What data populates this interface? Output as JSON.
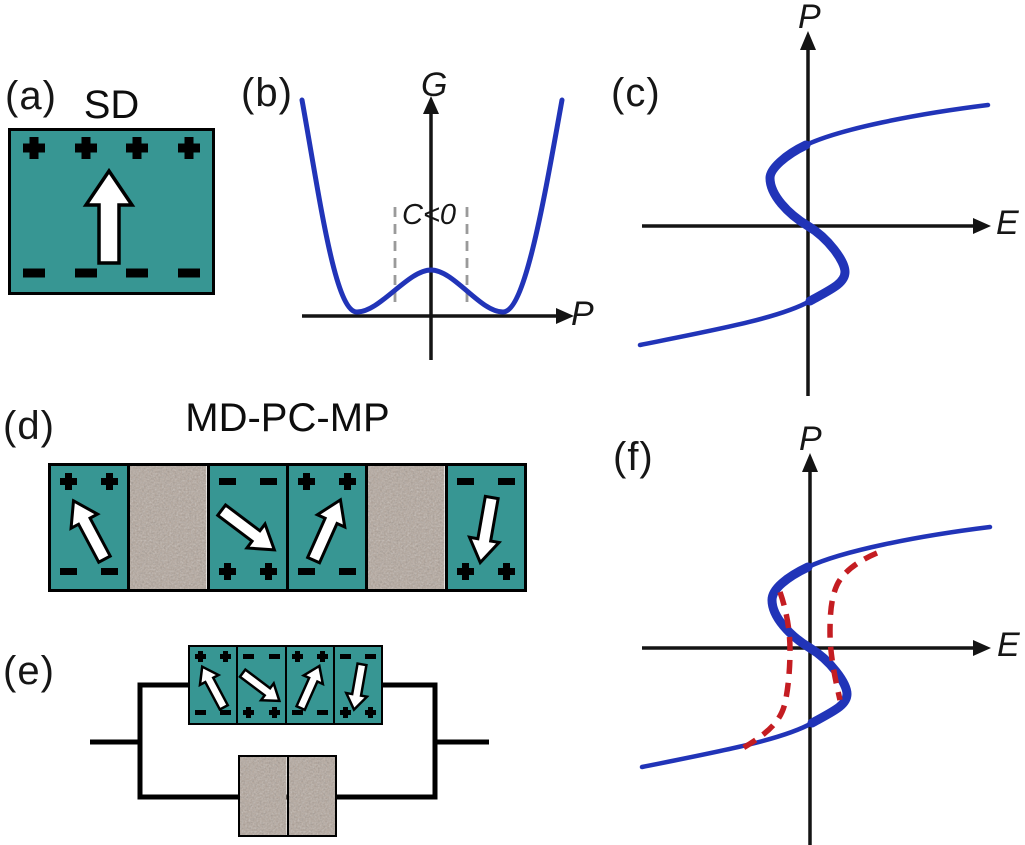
{
  "colors": {
    "domain_teal": "#379693",
    "curve_blue": "#2134b8",
    "curve_red": "#c41d22",
    "noise_tan": "#b3a59a",
    "axis_black": "#141414",
    "dash_gray": "#9a9a9a"
  },
  "panels": {
    "a": {
      "label": "(a)",
      "title": "SD"
    },
    "b": {
      "label": "(b)",
      "y_axis_label": "G",
      "x_axis_label": "P",
      "annotation": "C<0"
    },
    "c": {
      "label": "(c)",
      "y_axis_label": "P",
      "x_axis_label": "E"
    },
    "d": {
      "label": "(d)",
      "title": "MD-PC-MP"
    },
    "e": {
      "label": "(e)"
    },
    "f": {
      "label": "(f)",
      "y_axis_label": "P",
      "x_axis_label": "E"
    }
  },
  "panel_a": {
    "charges_top": [
      "+",
      "+",
      "+",
      "+"
    ],
    "charges_bottom": [
      "-",
      "-",
      "-",
      "-"
    ],
    "polarization_arrow_angle_deg": 0
  },
  "panel_d": {
    "cells": [
      {
        "kind": "domain",
        "charges_top": [
          "+",
          "+"
        ],
        "charges_bottom": [
          "-",
          "-"
        ],
        "arrow_angle_deg": -28
      },
      {
        "kind": "paraelectric"
      },
      {
        "kind": "domain",
        "charges_top": [
          "-",
          "-"
        ],
        "charges_bottom": [
          "+",
          "+"
        ],
        "arrow_angle_deg": 127
      },
      {
        "kind": "domain",
        "charges_top": [
          "+",
          "+"
        ],
        "charges_bottom": [
          "-",
          "-"
        ],
        "arrow_angle_deg": 24
      },
      {
        "kind": "paraelectric"
      },
      {
        "kind": "domain",
        "charges_top": [
          "-",
          "-"
        ],
        "charges_bottom": [
          "+",
          "+"
        ],
        "arrow_angle_deg": 190
      }
    ]
  },
  "panel_e": {
    "domain_cells": [
      {
        "charges_top": [
          "+",
          "+"
        ],
        "charges_bottom": [
          "-",
          "-"
        ],
        "arrow_angle_deg": -28
      },
      {
        "charges_top": [
          "-",
          "-"
        ],
        "charges_bottom": [
          "+",
          "+"
        ],
        "arrow_angle_deg": 127
      },
      {
        "charges_top": [
          "+",
          "+"
        ],
        "charges_bottom": [
          "-",
          "-"
        ],
        "arrow_angle_deg": 24
      },
      {
        "charges_top": [
          "-",
          "-"
        ],
        "charges_bottom": [
          "+",
          "+"
        ],
        "arrow_angle_deg": 190
      }
    ],
    "paraelectric_cells": 2
  },
  "plots": {
    "b": {
      "type": "sketch",
      "curve": "double-well free energy G(P): two minima at +/-P0 touching the P axis, local maximum at P=0",
      "annotation_region": "C<0 between two gray dashed vertical lines around P=0"
    },
    "c": {
      "type": "sketch",
      "curve": "blue S-shaped P(E) curve passing through the origin"
    },
    "f": {
      "type": "sketch",
      "curves": [
        "blue S-shaped P(E) curve through origin",
        "red dashed steeper S-branches joining the blue curve near its turning points"
      ]
    }
  }
}
